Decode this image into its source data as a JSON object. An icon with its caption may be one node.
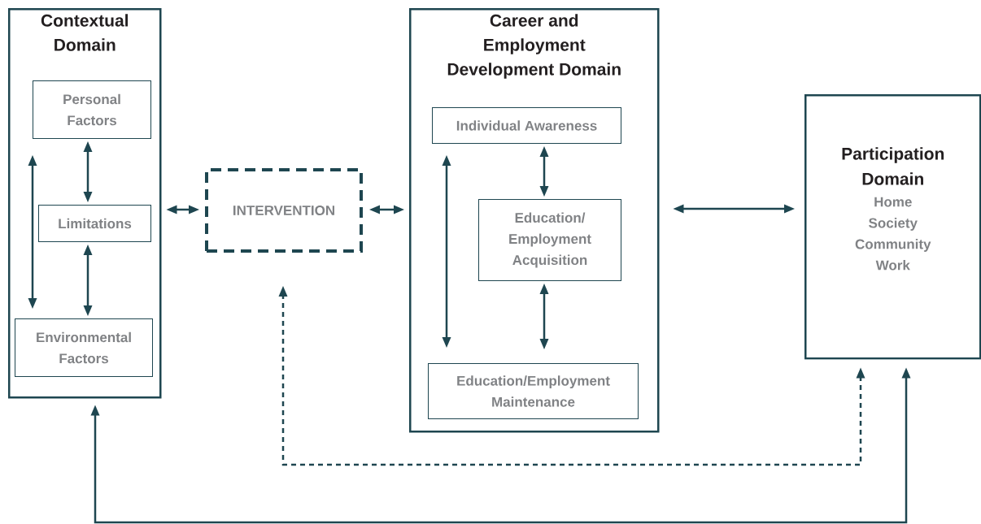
{
  "diagram": {
    "nodes": [
      {
        "text": [
          "Contextual Domain"
        ]
      },
      {
        "text": [
          "Personal Factors"
        ],
        "in": 0
      },
      {
        "text": [
          "Limitations"
        ],
        "in": 0
      },
      {
        "text": [
          "Environmental Factors"
        ],
        "in": 0
      },
      {
        "text": [
          "INTERVENTION"
        ]
      },
      {
        "text": [
          "Career and Employment Development Domain"
        ]
      },
      {
        "text": [
          "Individual Awareness"
        ],
        "in": 5
      },
      {
        "text": [
          "Education/ Employment Acquisition"
        ],
        "in": 5
      },
      {
        "text": [
          "Education/Employment Maintenance"
        ],
        "in": 5
      },
      {
        "text": [
          "Participation Domain",
          "Home",
          "Society",
          "Community",
          "Work"
        ]
      }
    ],
    "edges": [
      {
        "from": 1,
        "to": 2,
        "arrow": "both"
      },
      {
        "from": 2,
        "to": 3,
        "arrow": "both"
      },
      {
        "from": 1,
        "to": 3,
        "arrow": "both"
      },
      {
        "from": 0,
        "to": 4,
        "arrow": "both"
      },
      {
        "from": 4,
        "to": 5,
        "arrow": "both"
      },
      {
        "from": 6,
        "to": 7,
        "arrow": "both"
      },
      {
        "from": 7,
        "to": 8,
        "arrow": "both"
      },
      {
        "from": 6,
        "to": 8,
        "arrow": "both"
      },
      {
        "from": 5,
        "to": 9,
        "arrow": "both"
      },
      {
        "from": 4,
        "to": 9,
        "arrow": "both",
        "style": "dashed"
      },
      {
        "from": 0,
        "to": 9,
        "arrow": "both"
      }
    ]
  }
}
